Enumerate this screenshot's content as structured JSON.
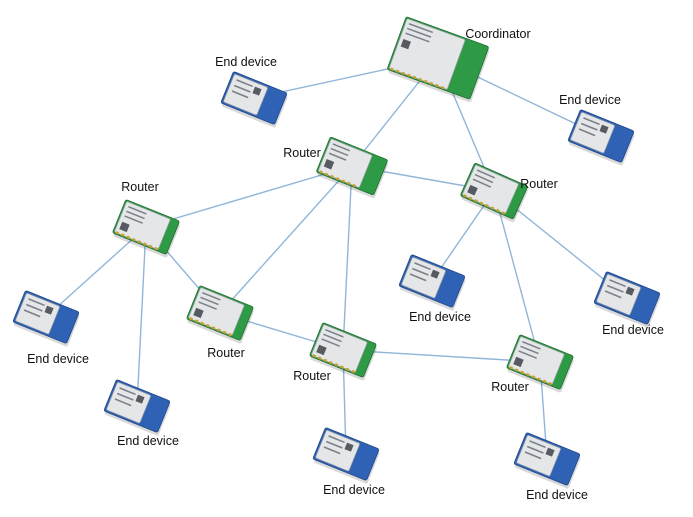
{
  "colors": {
    "link": "#8fb6d9",
    "board_blue": "#2f62b4",
    "board_green": "#2e9a45",
    "shield": "#e4e6e8",
    "shield_edge": "#9aa0a6",
    "pad": "#c9a227",
    "text": "#111111"
  },
  "icons": {
    "coordinator": "zigbee-module-green-icon",
    "router": "zigbee-module-small-icon",
    "end_device": "zigbee-module-blue-icon"
  },
  "nodes": [
    {
      "id": "coord",
      "kind": "coordinator",
      "label": "Coordinator"
    },
    {
      "id": "r1",
      "kind": "router_green",
      "label": "Router"
    },
    {
      "id": "r2",
      "kind": "router",
      "label": "Router"
    },
    {
      "id": "r3",
      "kind": "router",
      "label": "Router"
    },
    {
      "id": "r4",
      "kind": "router",
      "label": "Router"
    },
    {
      "id": "r5",
      "kind": "router",
      "label": "Router"
    },
    {
      "id": "r6",
      "kind": "router",
      "label": "Router"
    },
    {
      "id": "e1",
      "kind": "end_device",
      "label": "End device"
    },
    {
      "id": "e2",
      "kind": "end_device",
      "label": "End device"
    },
    {
      "id": "e3",
      "kind": "end_device",
      "label": "End device"
    },
    {
      "id": "e4",
      "kind": "end_device",
      "label": "End device"
    },
    {
      "id": "e5",
      "kind": "end_device",
      "label": "End device"
    },
    {
      "id": "e6",
      "kind": "end_device",
      "label": "End device"
    },
    {
      "id": "e7",
      "kind": "end_device",
      "label": "End device"
    },
    {
      "id": "e8",
      "kind": "end_device",
      "label": "End device"
    }
  ],
  "edges": [
    [
      "coord",
      "e1"
    ],
    [
      "coord",
      "e2"
    ],
    [
      "coord",
      "r1"
    ],
    [
      "coord",
      "r2"
    ],
    [
      "r1",
      "r3"
    ],
    [
      "r1",
      "r4"
    ],
    [
      "r1",
      "r5"
    ],
    [
      "r1",
      "r2"
    ],
    [
      "r3",
      "e4"
    ],
    [
      "r3",
      "e5"
    ],
    [
      "r3",
      "r4"
    ],
    [
      "r4",
      "r5"
    ],
    [
      "r5",
      "e6"
    ],
    [
      "r5",
      "r6"
    ],
    [
      "r2",
      "e3"
    ],
    [
      "r2",
      "e7"
    ],
    [
      "r2",
      "r6"
    ],
    [
      "r6",
      "e8"
    ]
  ]
}
